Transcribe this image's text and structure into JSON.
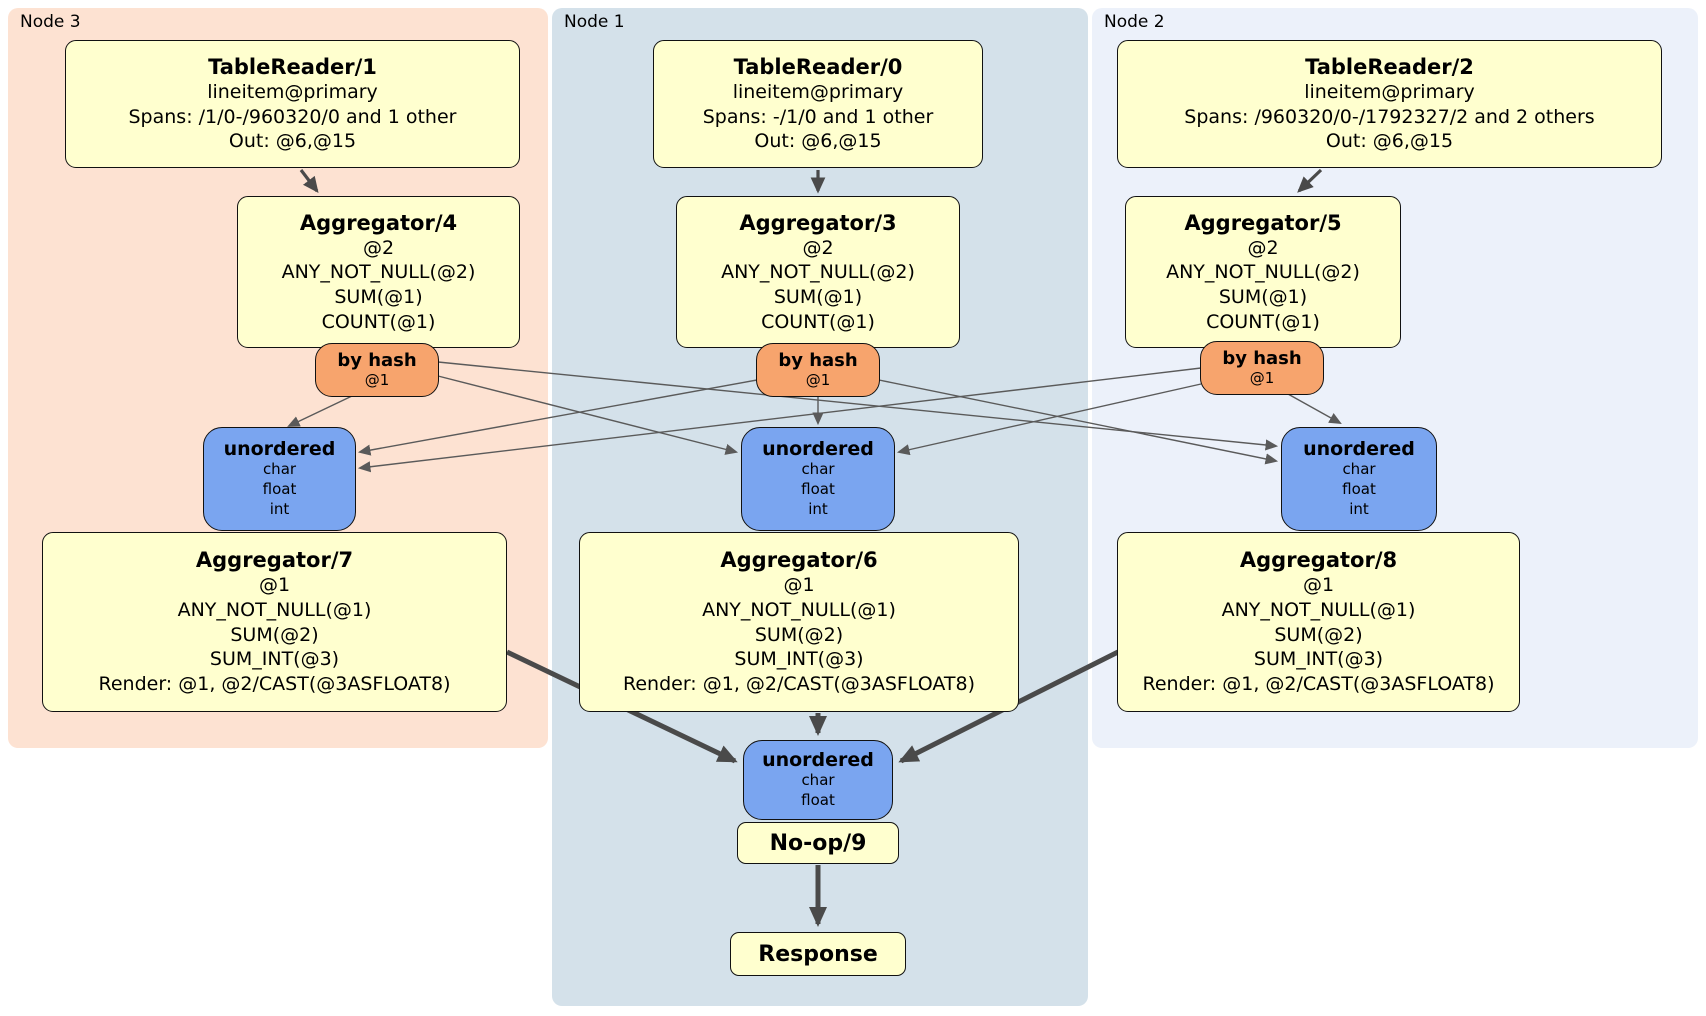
{
  "colors": {
    "node3_bg": "#fde2d2",
    "node1_bg": "#d4e1ea",
    "node2_bg": "#ecf1fa",
    "processor_bg": "#ffffcf",
    "router_bg": "#f7a46d",
    "sync_bg": "#7aa5f0",
    "box_border": "#111111",
    "edge_thin": "#5a5a5a",
    "edge_thick": "#4a4a4a"
  },
  "nodes": {
    "node3": {
      "label": "Node 3",
      "tablereader": {
        "title": "TableReader/1",
        "table": "lineitem@primary",
        "spans": "Spans: /1/0-/960320/0 and 1 other",
        "out": "Out: @6,@15"
      },
      "aggregator_top": {
        "title": "Aggregator/4",
        "group": "@2",
        "aggs": [
          "ANY_NOT_NULL(@2)",
          "SUM(@1)",
          "COUNT(@1)"
        ]
      },
      "router": {
        "label": "by hash",
        "key": "@1"
      },
      "sync": {
        "label": "unordered",
        "types": [
          "char",
          "float",
          "int"
        ]
      },
      "aggregator_bottom": {
        "title": "Aggregator/7",
        "group": "@1",
        "aggs": [
          "ANY_NOT_NULL(@1)",
          "SUM(@2)",
          "SUM_INT(@3)"
        ],
        "render": "Render: @1, @2/CAST(@3ASFLOAT8)"
      }
    },
    "node1": {
      "label": "Node 1",
      "tablereader": {
        "title": "TableReader/0",
        "table": "lineitem@primary",
        "spans": "Spans: -/1/0 and 1 other",
        "out": "Out: @6,@15"
      },
      "aggregator_top": {
        "title": "Aggregator/3",
        "group": "@2",
        "aggs": [
          "ANY_NOT_NULL(@2)",
          "SUM(@1)",
          "COUNT(@1)"
        ]
      },
      "router": {
        "label": "by hash",
        "key": "@1"
      },
      "sync": {
        "label": "unordered",
        "types": [
          "char",
          "float",
          "int"
        ]
      },
      "aggregator_bottom": {
        "title": "Aggregator/6",
        "group": "@1",
        "aggs": [
          "ANY_NOT_NULL(@1)",
          "SUM(@2)",
          "SUM_INT(@3)"
        ],
        "render": "Render: @1, @2/CAST(@3ASFLOAT8)"
      },
      "final_sync": {
        "label": "unordered",
        "types": [
          "char",
          "float"
        ]
      },
      "noop": {
        "title": "No-op/9"
      },
      "response": {
        "title": "Response"
      }
    },
    "node2": {
      "label": "Node 2",
      "tablereader": {
        "title": "TableReader/2",
        "table": "lineitem@primary",
        "spans": "Spans: /960320/0-/1792327/2 and 2 others",
        "out": "Out: @6,@15"
      },
      "aggregator_top": {
        "title": "Aggregator/5",
        "group": "@2",
        "aggs": [
          "ANY_NOT_NULL(@2)",
          "SUM(@1)",
          "COUNT(@1)"
        ]
      },
      "router": {
        "label": "by hash",
        "key": "@1"
      },
      "sync": {
        "label": "unordered",
        "types": [
          "char",
          "float",
          "int"
        ]
      },
      "aggregator_bottom": {
        "title": "Aggregator/8",
        "group": "@1",
        "aggs": [
          "ANY_NOT_NULL(@1)",
          "SUM(@2)",
          "SUM_INT(@3)"
        ],
        "render": "Render: @1, @2/CAST(@3ASFLOAT8)"
      }
    }
  }
}
